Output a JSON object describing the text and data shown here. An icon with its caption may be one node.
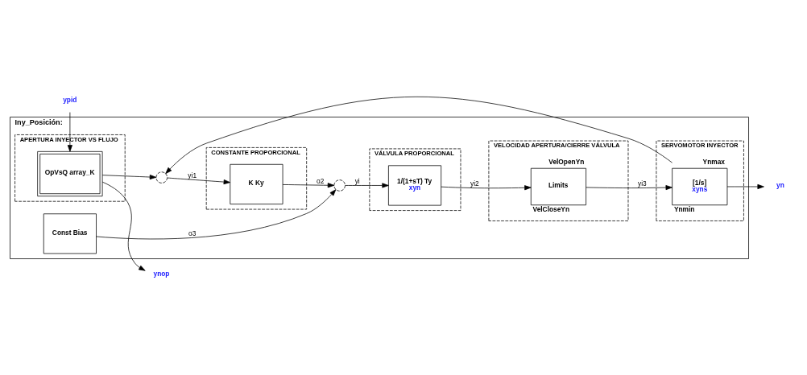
{
  "diagram": {
    "nodes": [
      {
        "text": [
          "Iny_Posición:"
        ]
      },
      {
        "text": [
          "APERTURA INYECTOR VS FLUJO"
        ],
        "in": 0
      },
      {
        "text": [
          "OpVsQ array_K"
        ],
        "in": 1
      },
      {
        "text": [],
        "shape": "circle",
        "in": 0
      },
      {
        "text": [
          "CONSTANTE PROPORCIONAL"
        ],
        "in": 0
      },
      {
        "text": [
          "K Ky"
        ],
        "in": 4
      },
      {
        "text": [],
        "shape": "circle",
        "in": 0
      },
      {
        "text": [
          "Const Bias"
        ],
        "in": 0
      },
      {
        "text": [
          "VÁLVULA PROPORCIONAL"
        ],
        "in": 0
      },
      {
        "text": [
          "1/(1+sT) Ty",
          "xyn"
        ],
        "in": 8
      },
      {
        "text": [
          "VELOCIDAD APERTURA/CIERRE VÁLVULA"
        ],
        "in": 0
      },
      {
        "text": [
          "Limits"
        ],
        "beside": [
          "VelOpenYn",
          "VelCloseYn"
        ],
        "in": 10
      },
      {
        "text": [
          "SERVOMOTOR INYECTOR"
        ],
        "in": 0
      },
      {
        "text": [
          "[1/s]",
          "xyns"
        ],
        "beside": [
          "Ynmax",
          "Ynmin"
        ],
        "in": 12
      },
      {
        "text": [
          "ypid"
        ]
      },
      {
        "text": [
          "yn"
        ]
      },
      {
        "text": [
          "ynop"
        ]
      }
    ],
    "edges": [
      {
        "from": 14,
        "to": 2,
        "arrow": "to"
      },
      {
        "from": 2,
        "to": 3,
        "arrow": "to"
      },
      {
        "from": 2,
        "to": 16,
        "arrow": "to"
      },
      {
        "from": 3,
        "to": 5,
        "arrow": "to",
        "label": "yi1"
      },
      {
        "from": 5,
        "to": 6,
        "arrow": "to",
        "label": "o2"
      },
      {
        "from": 7,
        "to": 6,
        "arrow": "to",
        "label": "o3"
      },
      {
        "from": 6,
        "to": 9,
        "arrow": "to",
        "label": "yi"
      },
      {
        "from": 9,
        "to": 11,
        "arrow": "to",
        "label": "yi2"
      },
      {
        "from": 11,
        "to": 13,
        "arrow": "to",
        "label": "yi3"
      },
      {
        "from": 13,
        "to": 15,
        "arrow": "to"
      },
      {
        "from": 13,
        "to": 3,
        "arrow": "to"
      }
    ]
  }
}
